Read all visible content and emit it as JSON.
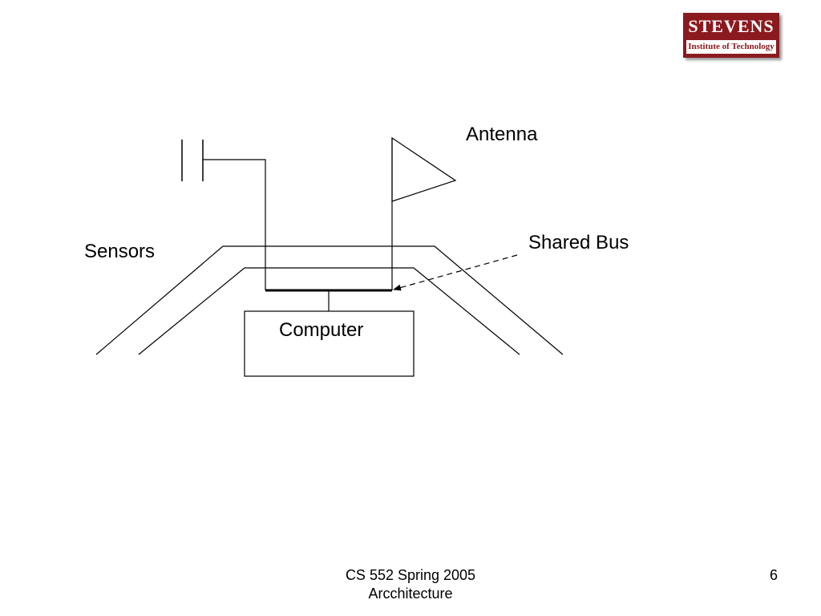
{
  "logo": {
    "name": "STEVENS",
    "subtitle": "Institute of Technology"
  },
  "diagram": {
    "labels": {
      "antenna": "Antenna",
      "shared_bus": "Shared Bus",
      "sensors": "Sensors",
      "computer": "Computer"
    }
  },
  "footer": {
    "course": "CS 552 Spring 2005",
    "topic": "Arcchitecture",
    "page_number": "6"
  }
}
